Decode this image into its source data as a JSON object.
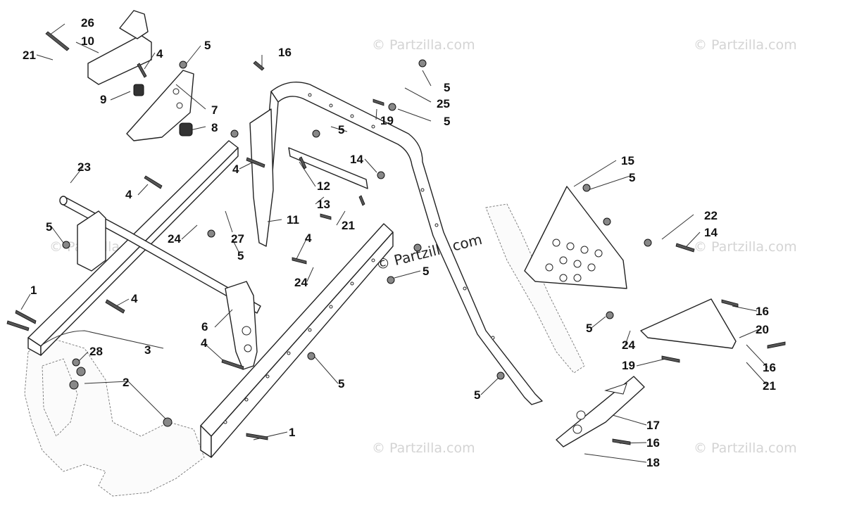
{
  "watermark": "© Partzilla.com",
  "callouts": [
    {
      "id": "c26",
      "text": "26"
    },
    {
      "id": "c10",
      "text": "10"
    },
    {
      "id": "c21a",
      "text": "21"
    },
    {
      "id": "c4a",
      "text": "4"
    },
    {
      "id": "c5a",
      "text": "5"
    },
    {
      "id": "c9",
      "text": "9"
    },
    {
      "id": "c7",
      "text": "7"
    },
    {
      "id": "c8",
      "text": "8"
    },
    {
      "id": "c16a",
      "text": "16"
    },
    {
      "id": "c5b",
      "text": "5"
    },
    {
      "id": "c25",
      "text": "25"
    },
    {
      "id": "c19a",
      "text": "19"
    },
    {
      "id": "c5c",
      "text": "5"
    },
    {
      "id": "c5d",
      "text": "5"
    },
    {
      "id": "c14a",
      "text": "14"
    },
    {
      "id": "c12",
      "text": "12"
    },
    {
      "id": "c13",
      "text": "13"
    },
    {
      "id": "c4b",
      "text": "4"
    },
    {
      "id": "c23",
      "text": "23"
    },
    {
      "id": "c4c",
      "text": "4"
    },
    {
      "id": "c11",
      "text": "11"
    },
    {
      "id": "c5e",
      "text": "5"
    },
    {
      "id": "c24a",
      "text": "24"
    },
    {
      "id": "c27",
      "text": "27"
    },
    {
      "id": "c5f",
      "text": "5"
    },
    {
      "id": "c21b",
      "text": "21"
    },
    {
      "id": "c4d",
      "text": "4"
    },
    {
      "id": "c24b",
      "text": "24"
    },
    {
      "id": "c5g",
      "text": "5"
    },
    {
      "id": "c15",
      "text": "15"
    },
    {
      "id": "c5h",
      "text": "5"
    },
    {
      "id": "c22",
      "text": "22"
    },
    {
      "id": "c14b",
      "text": "14"
    },
    {
      "id": "c1a",
      "text": "1"
    },
    {
      "id": "c4e",
      "text": "4"
    },
    {
      "id": "c6",
      "text": "6"
    },
    {
      "id": "c4f",
      "text": "4"
    },
    {
      "id": "c28",
      "text": "28"
    },
    {
      "id": "c3",
      "text": "3"
    },
    {
      "id": "c2",
      "text": "2"
    },
    {
      "id": "c5i",
      "text": "5"
    },
    {
      "id": "c1b",
      "text": "1"
    },
    {
      "id": "c16b",
      "text": "16"
    },
    {
      "id": "c5j",
      "text": "5"
    },
    {
      "id": "c20",
      "text": "20"
    },
    {
      "id": "c24c",
      "text": "24"
    },
    {
      "id": "c19b",
      "text": "19"
    },
    {
      "id": "c16c",
      "text": "16"
    },
    {
      "id": "c21c",
      "text": "21"
    },
    {
      "id": "c5k",
      "text": "5"
    },
    {
      "id": "c17",
      "text": "17"
    },
    {
      "id": "c16d",
      "text": "16"
    },
    {
      "id": "c18",
      "text": "18"
    }
  ]
}
